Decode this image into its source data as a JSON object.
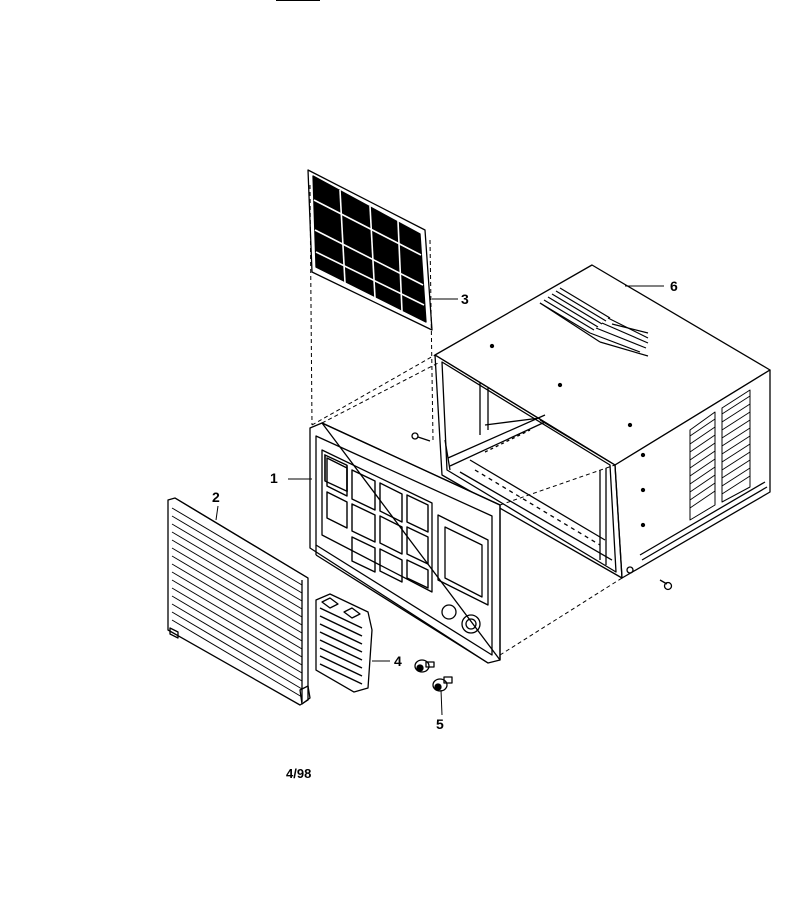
{
  "diagram": {
    "callouts": [
      {
        "id": "1",
        "label": "1",
        "part": "front-panel"
      },
      {
        "id": "2",
        "label": "2",
        "part": "front-grille"
      },
      {
        "id": "3",
        "label": "3",
        "part": "air-filter"
      },
      {
        "id": "4",
        "label": "4",
        "part": "louver"
      },
      {
        "id": "5",
        "label": "5",
        "part": "control-knob"
      },
      {
        "id": "6",
        "label": "6",
        "part": "cabinet"
      }
    ],
    "date_code": "4/98"
  },
  "colors": {
    "line": "#000000",
    "background": "#ffffff"
  }
}
